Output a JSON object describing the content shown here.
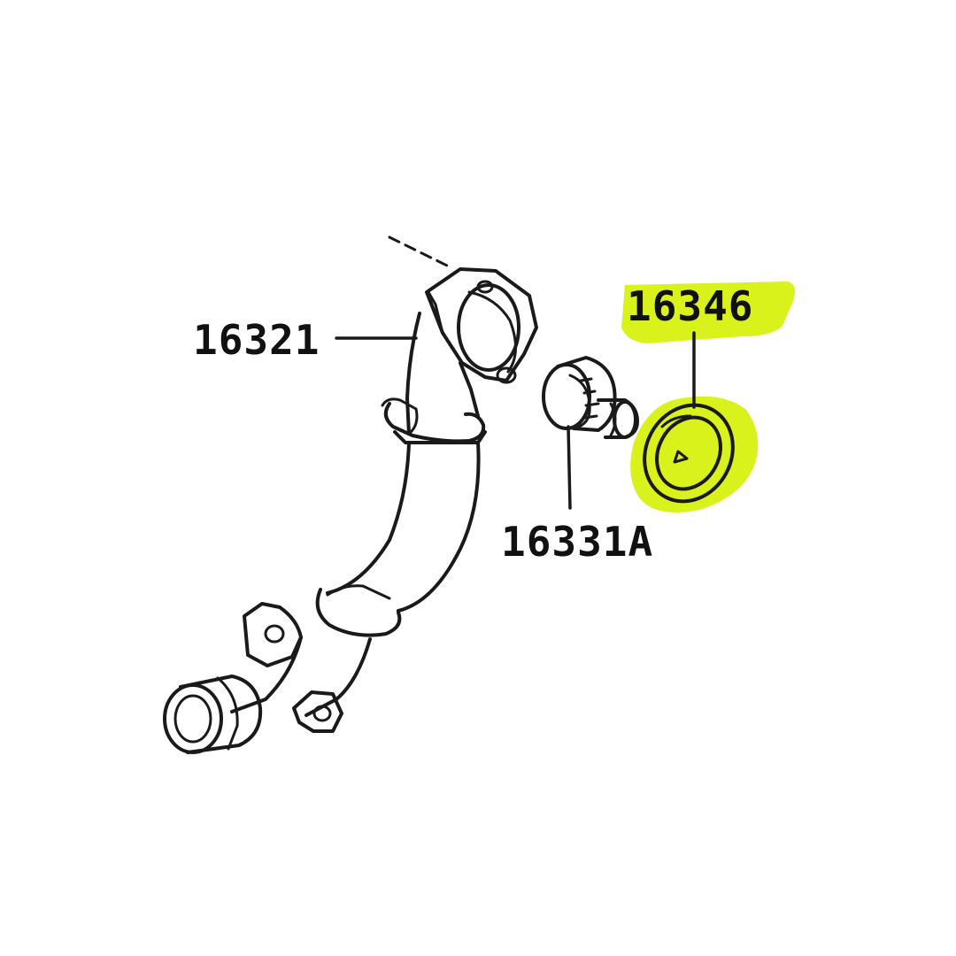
{
  "diagram": {
    "highlight_color": "#d9f21c",
    "line_color": "#1a1a1a",
    "parts": [
      {
        "number": "16321",
        "name_icon": "water-outlet-pipe-icon"
      },
      {
        "number": "16331A",
        "name_icon": "thermostat-icon"
      },
      {
        "number": "16346",
        "name_icon": "thermostat-gasket-icon",
        "highlighted": true
      }
    ]
  }
}
